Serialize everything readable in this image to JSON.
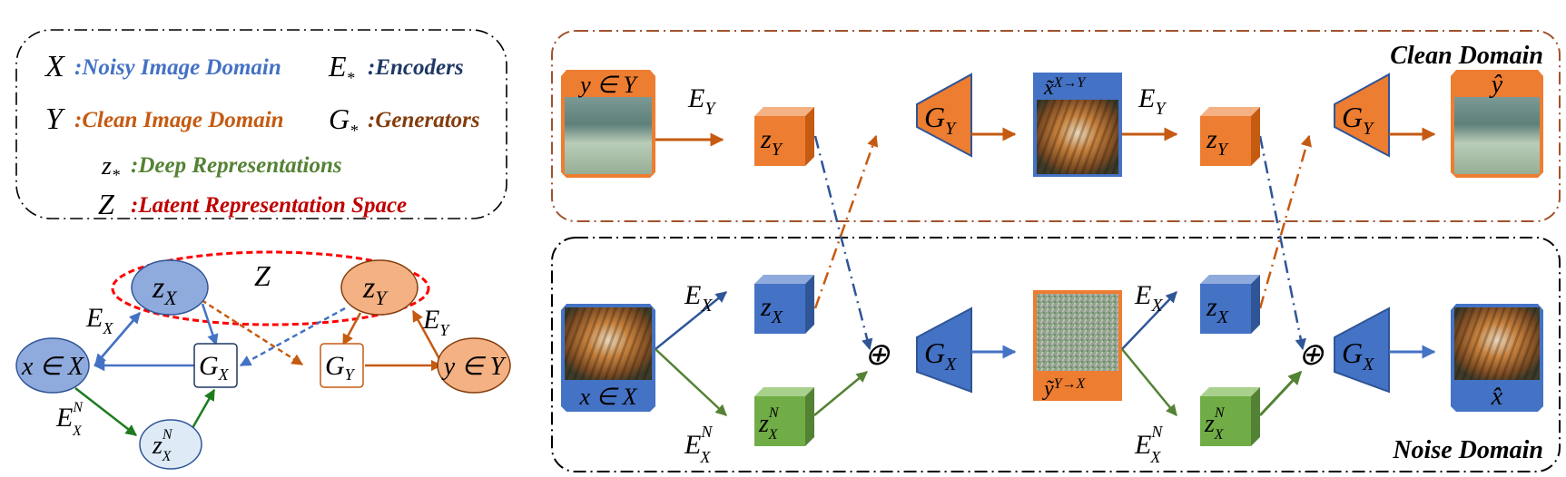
{
  "legend": {
    "items": [
      {
        "symbol": "X",
        "sub": "",
        "text": ":Noisy Image Domain",
        "color": "#4472C4"
      },
      {
        "symbol": "E",
        "sub": "*",
        "text": ":Encoders",
        "color": "#1F3864"
      },
      {
        "symbol": "Y",
        "sub": "",
        "text": ":Clean Image Domain",
        "color": "#C55A11"
      },
      {
        "symbol": "G",
        "sub": "*",
        "text": ":Generators",
        "color": "#843C0C"
      },
      {
        "symbol": "z",
        "sub": "*",
        "text": ":Deep Representations",
        "color": "#548235"
      },
      {
        "symbol": "Z",
        "sub": "",
        "text": ":Latent Representation Space",
        "color": "#C00000"
      }
    ]
  },
  "graph": {
    "latent_space": "Z",
    "z_x": {
      "main": "z",
      "sub": "X"
    },
    "z_y": {
      "main": "z",
      "sub": "Y"
    },
    "x_node": "x ∈ X",
    "y_node": "y ∈ Y",
    "g_x": {
      "main": "G",
      "sub": "X"
    },
    "g_y": {
      "main": "G",
      "sub": "Y"
    },
    "z_xn": {
      "main": "z",
      "sub": "X",
      "sup": "N"
    },
    "e_x": {
      "main": "E",
      "sub": "X"
    },
    "e_y": {
      "main": "E",
      "sub": "Y"
    },
    "e_xn": {
      "main": "E",
      "sub": "X",
      "sup": "N"
    }
  },
  "pipeline": {
    "clean_domain_label": "Clean Domain",
    "noise_domain_label": "Noise Domain",
    "y_input": "y ∈ Y",
    "x_input": "x ∈ X",
    "x_to_y": {
      "main": "x̃",
      "sup": "X→Y"
    },
    "y_to_x": {
      "main": "ỹ",
      "sup": "Y→X"
    },
    "y_hat": "ŷ",
    "x_hat": "x̂",
    "e_y": {
      "main": "E",
      "sub": "Y"
    },
    "e_x": {
      "main": "E",
      "sub": "X"
    },
    "e_xn": {
      "main": "E",
      "sub": "X",
      "sup": "N"
    },
    "z_y": {
      "main": "z",
      "sub": "Y"
    },
    "z_x": {
      "main": "z",
      "sub": "X"
    },
    "z_xn": {
      "main": "z",
      "sub": "X",
      "sup": "N"
    },
    "g_y": {
      "main": "G",
      "sub": "Y"
    },
    "g_x": {
      "main": "G",
      "sub": "X"
    },
    "oplus": "⊕"
  },
  "colors": {
    "orange": "#ED7D31",
    "blue": "#4472C4",
    "green": "#70AD47",
    "red": "#FF0000",
    "brown": "#A0522D"
  }
}
